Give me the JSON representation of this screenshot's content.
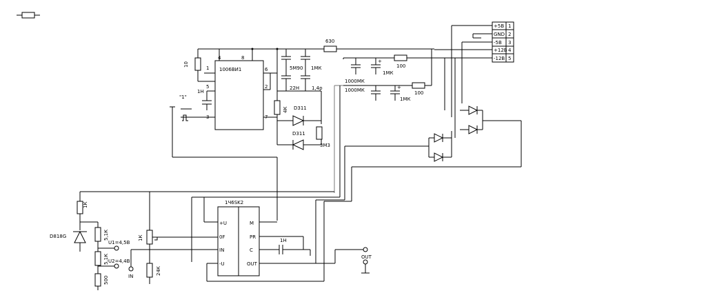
{
  "chips": {
    "timer": {
      "name": "1006ВИ1",
      "pins": [
        "4",
        "8",
        "1",
        "5",
        "3",
        "6",
        "2",
        "7"
      ]
    },
    "stabilizer": {
      "name": "1Ч6SK2",
      "pins_left": [
        "+U",
        "0F",
        "IN",
        "-U"
      ],
      "pins_right": [
        "M",
        "PR",
        "C",
        "OUT"
      ]
    }
  },
  "components": {
    "r_top": "10",
    "c_timer": "1Н",
    "sig_label": "\"1\"",
    "c1": "5М90",
    "c2": "1МК",
    "c3": "22Н",
    "c4": "1,4р",
    "r_4k": "4К",
    "d1": "D311",
    "d2": "D311",
    "r_3m3": "3М3",
    "r_630": "630",
    "c_1000a": "1000МК",
    "c_1mk_a": "1МК",
    "r_100a": "100",
    "c_1000b": "1000МК",
    "c_1mk_b": "1МК",
    "r_100b": "100",
    "zener": "D818G",
    "r_zener": "1К",
    "r_5k1a": "5,1К",
    "r_5k1b": "5,1К",
    "r_500": "500",
    "pot": "1К",
    "r_24k": "24К",
    "c_1n": "1Н",
    "u1": "U1=4,5В",
    "u2": "U2=4,4В",
    "in_label": "IN",
    "out_label": "OUT"
  },
  "connector": [
    {
      "label": "+5В",
      "pin": "1"
    },
    {
      "label": "GND",
      "pin": "2"
    },
    {
      "label": "-5В",
      "pin": "3"
    },
    {
      "label": "+12В",
      "pin": "4"
    },
    {
      "label": "-12В",
      "pin": "5"
    }
  ]
}
